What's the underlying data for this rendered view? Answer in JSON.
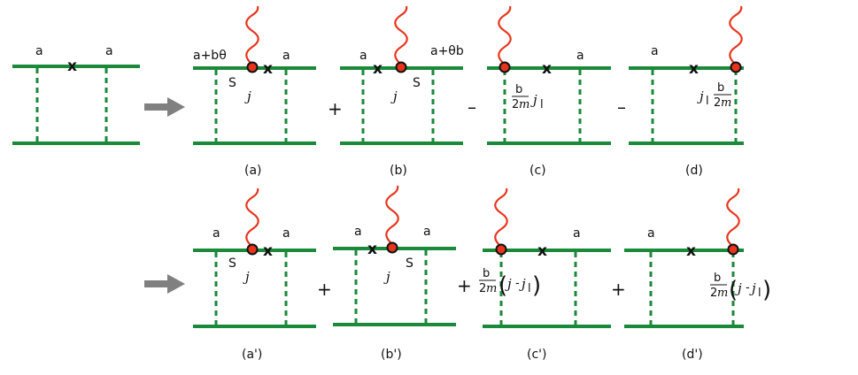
{
  "labels": {
    "a": "a",
    "a_plus_btheta": "a+bθ",
    "a_plus_thetab": "a+θb",
    "cross": "x",
    "S": "S",
    "j": "j",
    "j_l": "j",
    "sub_l": "l",
    "frac_num": "b",
    "frac_den_2": "2",
    "frac_den_m": "m",
    "minus_inner": "-"
  },
  "operators": {
    "plus": "+",
    "minus": "–"
  },
  "captions": {
    "a": "(a)",
    "b": "(b)",
    "c": "(c)",
    "d": "(d)",
    "a_prime": "(a')",
    "b_prime": "(b')",
    "c_prime": "(c')",
    "d_prime": "(d')"
  },
  "colors": {
    "fermion_line": "#1a8a3a",
    "photon": "#e8341c",
    "arrow": "#808080"
  }
}
